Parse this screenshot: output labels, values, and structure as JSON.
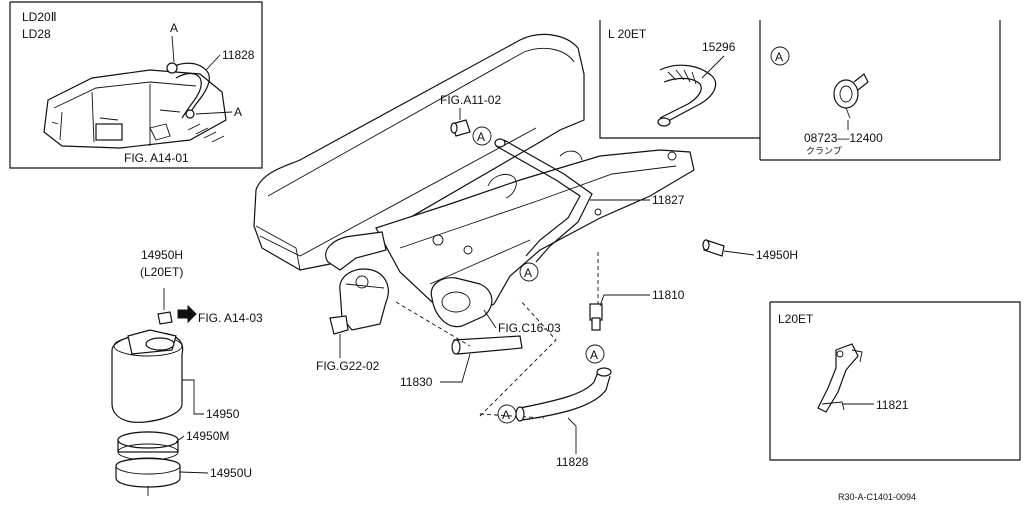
{
  "inset_top_left": {
    "engine_line1": "LD20Ⅱ",
    "engine_line2": "LD28",
    "part": "11828",
    "marker": "A",
    "fig_ref": "FIG. A14-01"
  },
  "inset_l20et_hose": {
    "engine": "L 20ET",
    "part": "15296"
  },
  "inset_clamp": {
    "marker": "A",
    "part": "08723—12400",
    "name": "クランプ"
  },
  "inset_bracket": {
    "engine": "L20ET",
    "part": "11821"
  },
  "main": {
    "fig_a11": "FIG.A11-02",
    "fig_a14_03": "FIG. A14-03",
    "fig_c16": "FIG.C16-03",
    "fig_g22": "FIG.G22-02",
    "p11827": "11827",
    "p14950h_right": "14950H",
    "p11810": "11810",
    "p14950h_left": "14950H",
    "p14950h_left_note": "(L20ET)",
    "p11830": "11830",
    "p11828": "11828",
    "p14950": "14950",
    "p14950m": "14950M",
    "p14950u": "14950U",
    "marker": "A"
  },
  "footer_code": "R30-A-C1401-0094"
}
